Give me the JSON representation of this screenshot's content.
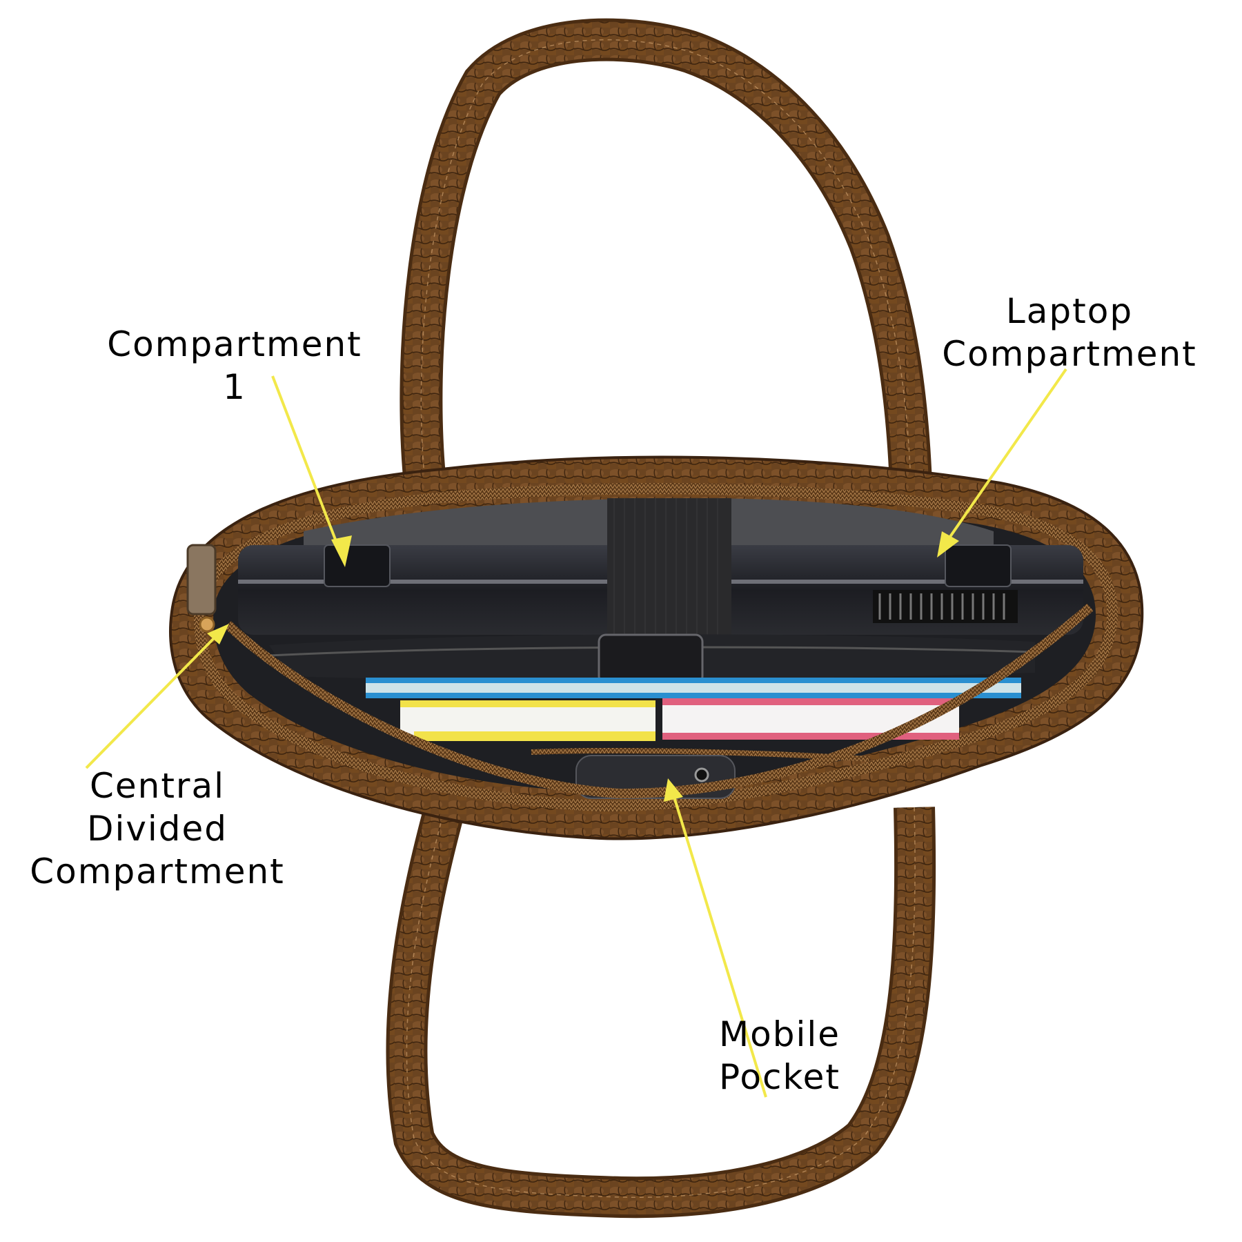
{
  "figure": {
    "subject": "Brown croc-textured leather tote bag, top view, opened showing interior compartments",
    "colors": {
      "background": "#ffffff",
      "leather": "#6b4420",
      "leather_dark": "#4a2c12",
      "leather_highlight": "#9a6a3c",
      "interior": "#1e1f23",
      "lining": "#4d4e52",
      "callout_line": "#f2e84a",
      "label_text": "#000000"
    }
  },
  "callouts": [
    {
      "id": "compartment-1",
      "lines": [
        "Compartment",
        "1"
      ]
    },
    {
      "id": "laptop-compartment",
      "lines": [
        "Laptop",
        "Compartment"
      ]
    },
    {
      "id": "central-divided-compartment",
      "lines": [
        "Central",
        "Divided",
        "Compartment"
      ]
    },
    {
      "id": "mobile-pocket",
      "lines": [
        "Mobile",
        "Pocket"
      ]
    }
  ],
  "contents": {
    "laptop": "laptop-icon",
    "elastic_strap": "strap-icon",
    "notebooks": [
      "blue-notebook",
      "yellow-notebook",
      "pink-notebook"
    ],
    "phone": "phone-icon",
    "zipper_pull": "zipper-icon"
  }
}
